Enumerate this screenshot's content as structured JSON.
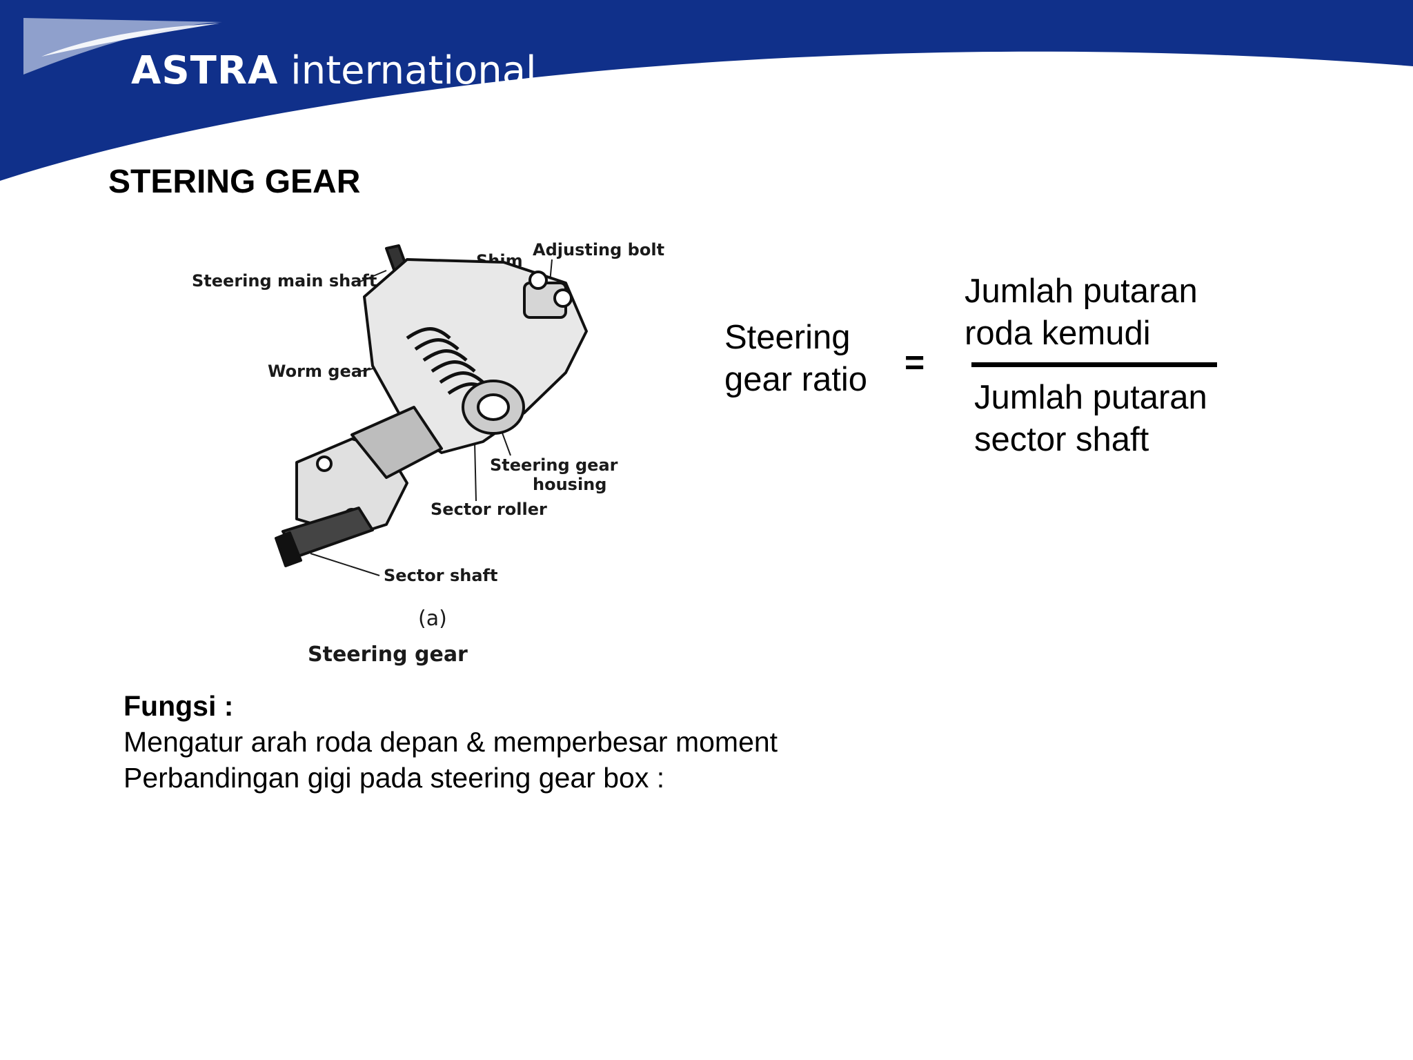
{
  "brand": {
    "logo_bold": "ASTRA",
    "logo_light": "international",
    "colors": {
      "header_blue": "#10308a",
      "logo_swoosh": "#8fa0cc",
      "text": "#000000"
    }
  },
  "slide": {
    "title": "STERING GEAR"
  },
  "diagram": {
    "labels": {
      "main_shaft": "Steering main shaft",
      "shim": "Shim",
      "adjusting_bolt": "Adjusting bolt",
      "worm_gear": "Worm gear",
      "gear_housing_1": "Steering gear",
      "gear_housing_2": "housing",
      "sector_roller": "Sector roller",
      "sector_shaft": "Sector shaft"
    },
    "sublabel": "(a)",
    "caption": "Steering gear"
  },
  "equation": {
    "left_line1": "Steering",
    "left_line2": "gear ratio",
    "sign": "=",
    "numerator_line1": "Jumlah putaran",
    "numerator_line2": "roda kemudi",
    "denominator_line1": "Jumlah putaran",
    "denominator_line2": "sector shaft"
  },
  "function": {
    "heading": "Fungsi :",
    "line1": "Mengatur arah roda depan & memperbesar moment",
    "line2": "Perbandingan gigi pada steering gear box :"
  }
}
